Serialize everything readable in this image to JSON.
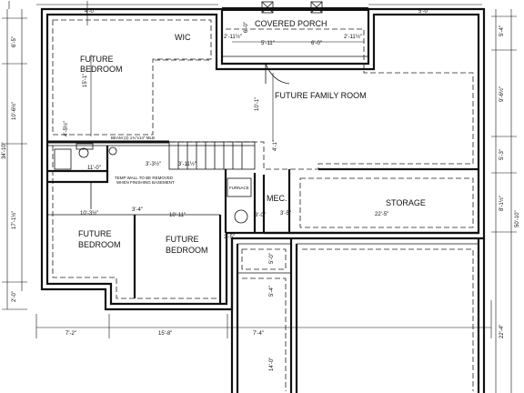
{
  "rooms": {
    "wic": "WIC",
    "covered_porch": "COVERED PORCH",
    "future_bedroom_nw_line1": "FUTURE",
    "future_bedroom_nw_line2": "BEDROOM",
    "future_family_room": "FUTURE FAMILY ROOM",
    "future_bedroom_sw_line1": "FUTURE",
    "future_bedroom_sw_line2": "BEDROOM",
    "future_bedroom_s_line1": "FUTURE",
    "future_bedroom_s_line2": "BEDROOM",
    "mec": "MEC.",
    "storage": "STORAGE",
    "furnace": "FURNACE"
  },
  "notes": {
    "beam": "BEAM (2) 1¾\"x14\" MLB",
    "temp_wall_line1": "TEMP WALL TO BE REMOVED",
    "temp_wall_line2": "WHEN FINISHING BASEMENT"
  },
  "dimensions": {
    "top_left": "4'-0\"",
    "top_right": "5'-0\"",
    "porch_left": "2'-11½\"",
    "porch_mid_left": "5'-11\"",
    "porch_mid_right": "6'-0\"",
    "porch_right": "2'-11½\"",
    "porch_depth": "6'-0\"",
    "left_1": "6'-5\"",
    "left_2": "10'-6½\"",
    "left_3": "17'-1½\"",
    "left_4": "2'-0\"",
    "left_overall": "34'-10\"",
    "right_1": "5'-4\"",
    "right_2": "9'-6½\"",
    "right_3": "5'-3\"",
    "right_4": "8'-1½\"",
    "right_5": "22'-4\"",
    "right_overall": "50'-10\"",
    "bed_nw_height": "15'-1\"",
    "family_height": "10'-1\"",
    "closet": "4'-5½\"",
    "stair_right": "4'-1\"",
    "bath_width": "11'-0\"",
    "stair_w1": "3'-3½\"",
    "stair_w2": "3'-11½\"",
    "hall_1": "10'-3½\"",
    "hall_2": "3'-4\"",
    "bed_s_width": "10'-11\"",
    "mec_h": "3'-0\"",
    "mec_w": "3'-5\"",
    "mec_d": "3'-5\"",
    "storage_width": "22'-5\"",
    "garage_1": "5'-0\"",
    "garage_2": "5'-4\"",
    "bottom_1": "7'-2\"",
    "bottom_2": "15'-8\"",
    "bottom_3": "7'-4\"",
    "bottom_4": "14'-0\""
  }
}
